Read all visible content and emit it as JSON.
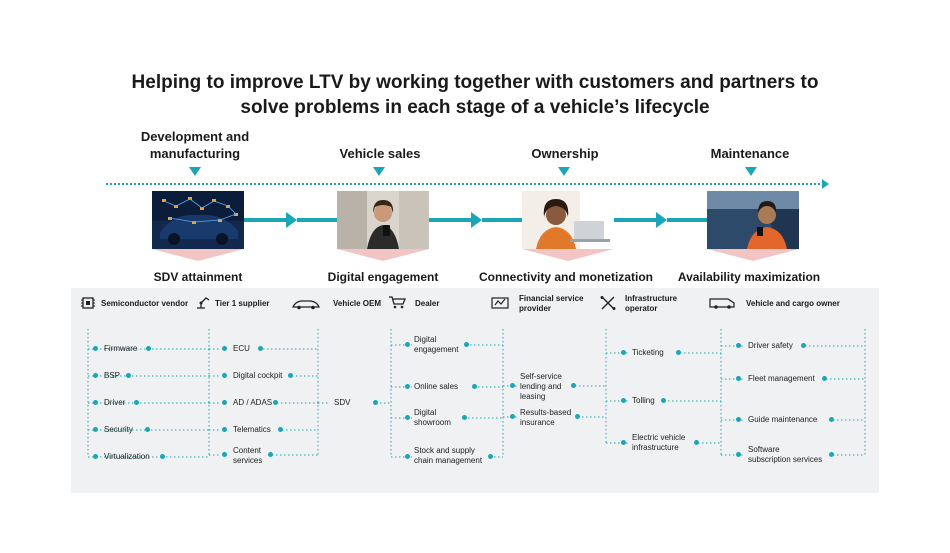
{
  "title": {
    "line1": "Helping to improve LTV by working together with customers and partners to",
    "line2": "solve problems in each stage of a vehicle’s lifecycle"
  },
  "stages": [
    {
      "label_line1": "Development and",
      "label_line2": "manufacturing",
      "outcome": "SDV attainment"
    },
    {
      "label_line1": "",
      "label_line2": "Vehicle sales",
      "outcome": "Digital engagement"
    },
    {
      "label_line1": "",
      "label_line2": "Ownership",
      "outcome": "Connectivity and monetization"
    },
    {
      "label_line1": "",
      "label_line2": "Maintenance",
      "outcome": "Availability maximization"
    }
  ],
  "categories": [
    {
      "line1": "Semiconductor vendor",
      "line2": "",
      "icon": "chip-icon"
    },
    {
      "line1": "Tier 1 supplier",
      "line2": "",
      "icon": "robot-arm-icon"
    },
    {
      "line1": "Vehicle OEM",
      "line2": "",
      "icon": "car-icon"
    },
    {
      "line1": "Dealer",
      "line2": "",
      "icon": "cart-icon"
    },
    {
      "line1": "Financial service",
      "line2": "provider",
      "icon": "check-document-icon"
    },
    {
      "line1": "Infrastructure",
      "line2": "operator",
      "icon": "tools-icon"
    },
    {
      "line1": "Vehicle and cargo owner",
      "line2": "",
      "icon": "van-icon"
    }
  ],
  "columns": {
    "semiconductor": [
      "Firmware",
      "BSP",
      "Driver",
      "Security",
      "Virtualization"
    ],
    "tier1": [
      {
        "line1": "ECU",
        "line2": ""
      },
      {
        "line1": "Digital cockpit",
        "line2": ""
      },
      {
        "line1": "AD / ADAS",
        "line2": ""
      },
      {
        "line1": "Telematics",
        "line2": ""
      },
      {
        "line1": "Content",
        "line2": "services"
      }
    ],
    "oem": "SDV",
    "dealer": [
      {
        "line1": "Digital",
        "line2": "engagement"
      },
      {
        "line1": "Online sales",
        "line2": ""
      },
      {
        "line1": "Digital",
        "line2": "showroom"
      },
      {
        "line1": "Stock and supply",
        "line2": "chain management"
      }
    ],
    "financial": [
      {
        "line1": "Self-service",
        "line2": "lending and",
        "line3": "leasing"
      },
      {
        "line1": "Results-based",
        "line2": "insurance",
        "line3": ""
      }
    ],
    "infrastructure": [
      {
        "line1": "Ticketing",
        "line2": ""
      },
      {
        "line1": "Tolling",
        "line2": ""
      },
      {
        "line1": "Electric vehicle",
        "line2": "infrastructure"
      }
    ],
    "owner": [
      {
        "line1": "Driver safety",
        "line2": ""
      },
      {
        "line1": "Fleet management",
        "line2": ""
      },
      {
        "line1": "Guide maintenance",
        "line2": ""
      },
      {
        "line1": "Software",
        "line2": "subscription services"
      }
    ]
  },
  "colors": {
    "accent": "#1aa6b7",
    "panel": "#f0f1f3",
    "shadow": "#f2c4c4"
  }
}
